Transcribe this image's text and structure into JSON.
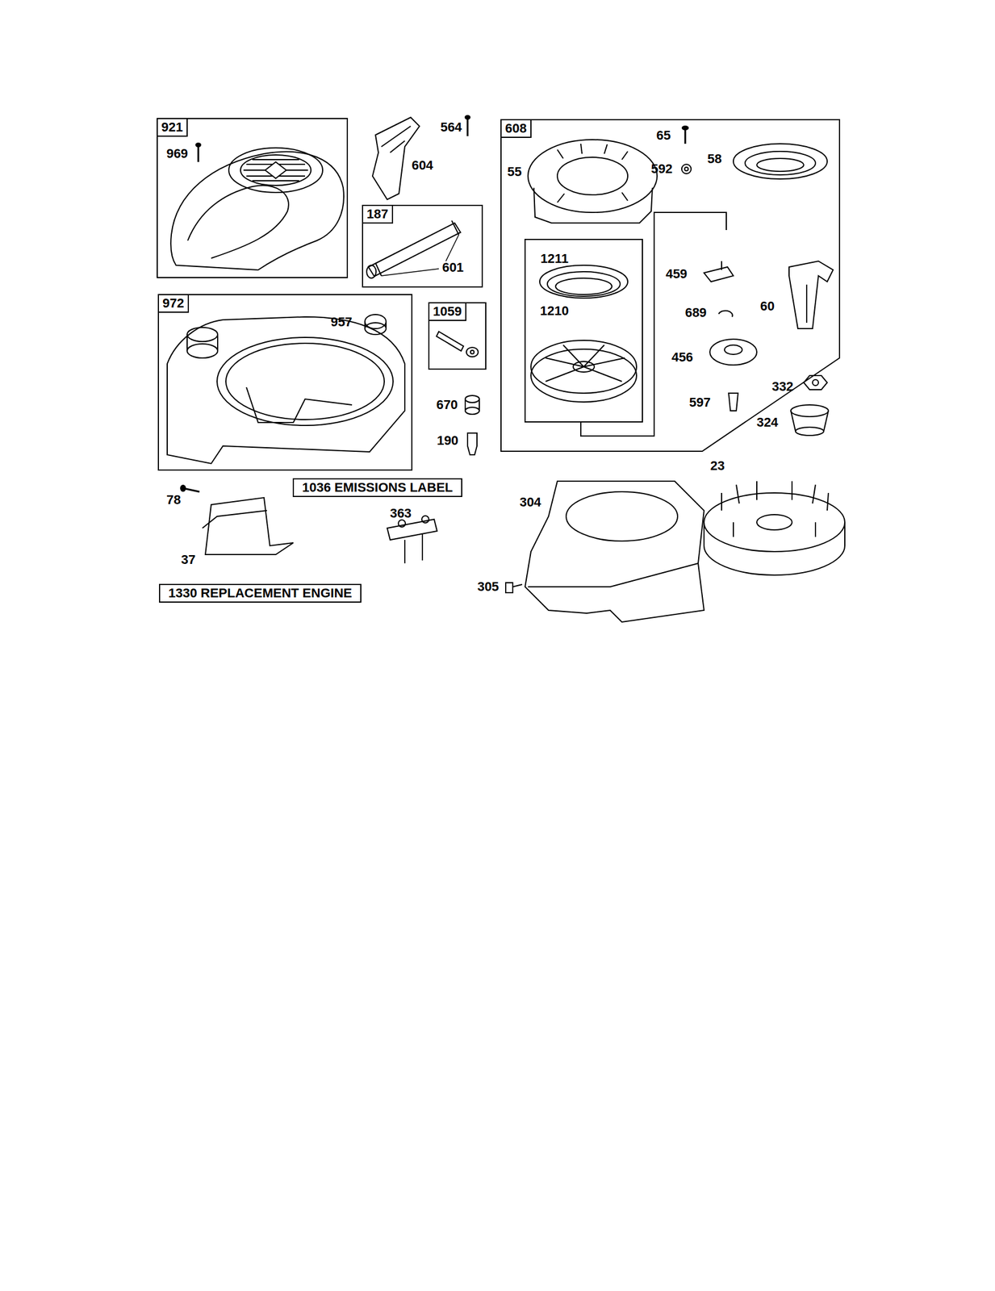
{
  "diagram": {
    "nodes": [
      {
        "text": [
          "921"
        ]
      },
      {
        "text": [
          "187"
        ]
      },
      {
        "text": [
          "972"
        ]
      },
      {
        "text": [
          "1059"
        ]
      },
      {
        "text": [
          "608"
        ]
      },
      {
        "text": [
          "1211",
          "1210"
        ],
        "in": 4
      },
      {
        "text": [
          "1036 EMISSIONS LABEL"
        ]
      },
      {
        "text": [
          "1330 REPLACEMENT ENGINE"
        ]
      }
    ],
    "labels": [
      "969",
      "564",
      "604",
      "601",
      "957",
      "670",
      "190",
      "65",
      "55",
      "592",
      "58",
      "459",
      "60",
      "689",
      "456",
      "597",
      "332",
      "324",
      "23",
      "304",
      "305",
      "78",
      "37",
      "363"
    ]
  }
}
